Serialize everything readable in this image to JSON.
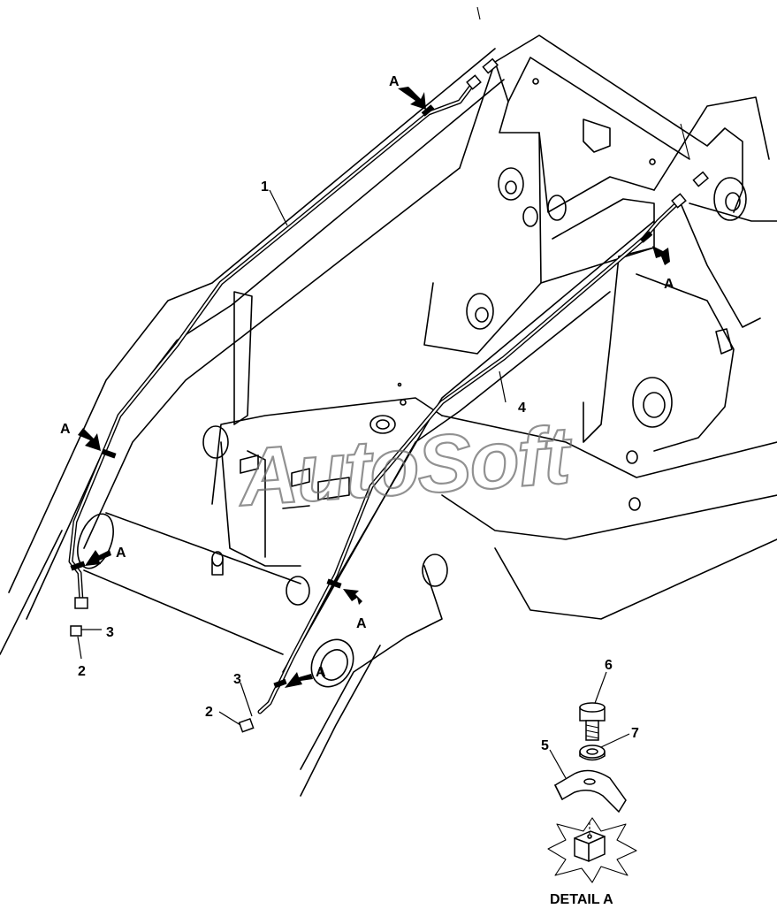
{
  "diagram": {
    "watermark": "AutoSoft",
    "detail_caption": "DETAIL A",
    "callouts": [
      {
        "id": "callout-1",
        "text": "1"
      },
      {
        "id": "callout-2-left",
        "text": "2"
      },
      {
        "id": "callout-3-left",
        "text": "3"
      },
      {
        "id": "callout-2-right",
        "text": "2"
      },
      {
        "id": "callout-3-right",
        "text": "3"
      },
      {
        "id": "callout-4",
        "text": "4"
      },
      {
        "id": "callout-5",
        "text": "5"
      },
      {
        "id": "callout-6",
        "text": "6"
      },
      {
        "id": "callout-7",
        "text": "7"
      },
      {
        "id": "clamp-a-top",
        "text": "A"
      },
      {
        "id": "clamp-a-right-top",
        "text": "A"
      },
      {
        "id": "clamp-a-left-mid",
        "text": "A"
      },
      {
        "id": "clamp-a-left-low",
        "text": "A"
      },
      {
        "id": "clamp-a-right-mid",
        "text": "A"
      },
      {
        "id": "clamp-a-right-low",
        "text": "A"
      }
    ]
  }
}
